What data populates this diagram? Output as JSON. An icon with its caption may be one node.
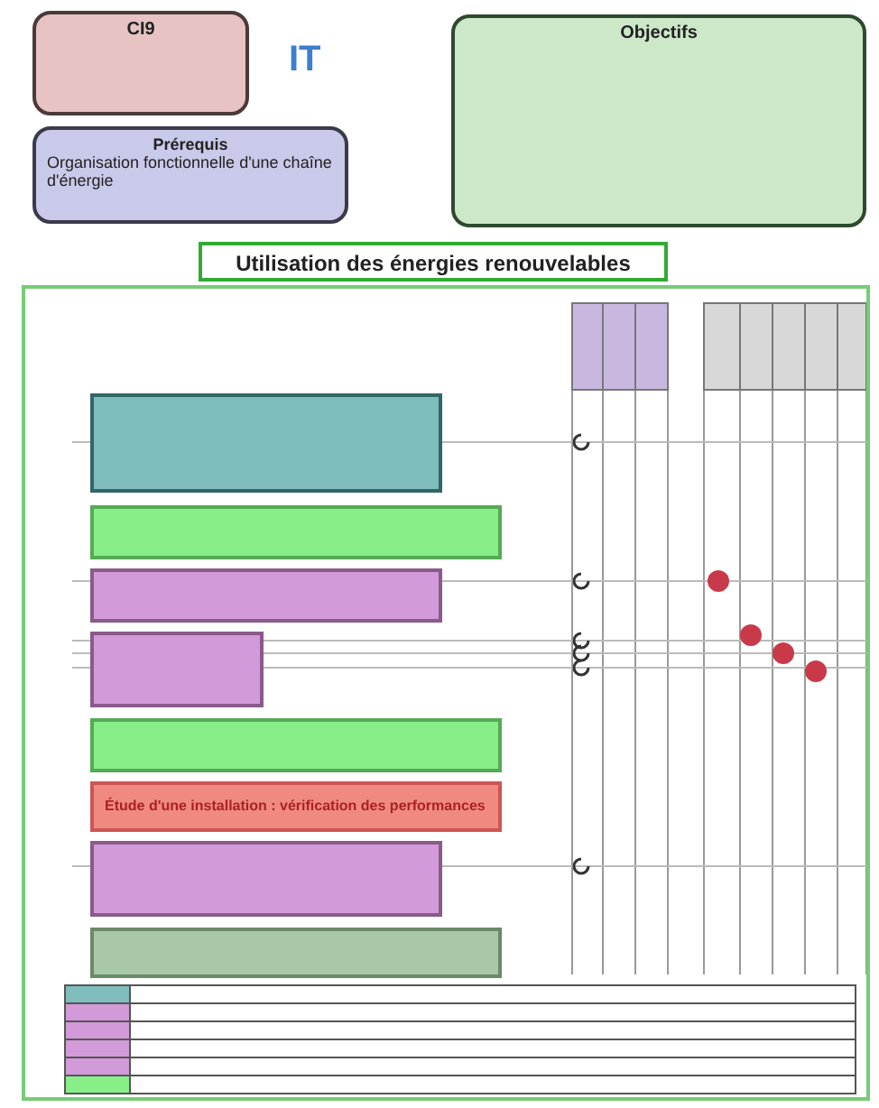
{
  "diagram": {
    "nodes": [
      {
        "text": [
          "CI9"
        ]
      },
      {
        "text": [
          "Prérequis",
          "Organisation fonctionnelle d'une chaîne d'énergie"
        ]
      },
      {
        "text": [
          "Objectifs"
        ]
      },
      {
        "text": [
          "Utilisation des énergies renouvelables"
        ]
      },
      {
        "text": [],
        "shape": "box"
      },
      {
        "text": [],
        "shape": "box",
        "in": 4
      },
      {
        "text": [],
        "shape": "box",
        "in": 4
      },
      {
        "text": [],
        "shape": "box",
        "in": 4
      },
      {
        "text": [],
        "shape": "box",
        "in": 4
      },
      {
        "text": [],
        "shape": "box",
        "in": 4
      },
      {
        "text": [
          "Étude d'une installation : vérification des performances"
        ],
        "in": 4
      },
      {
        "text": [],
        "shape": "box",
        "in": 4
      },
      {
        "text": [],
        "shape": "box",
        "in": 4
      }
    ],
    "edges": [],
    "labels": [
      "IT"
    ]
  }
}
